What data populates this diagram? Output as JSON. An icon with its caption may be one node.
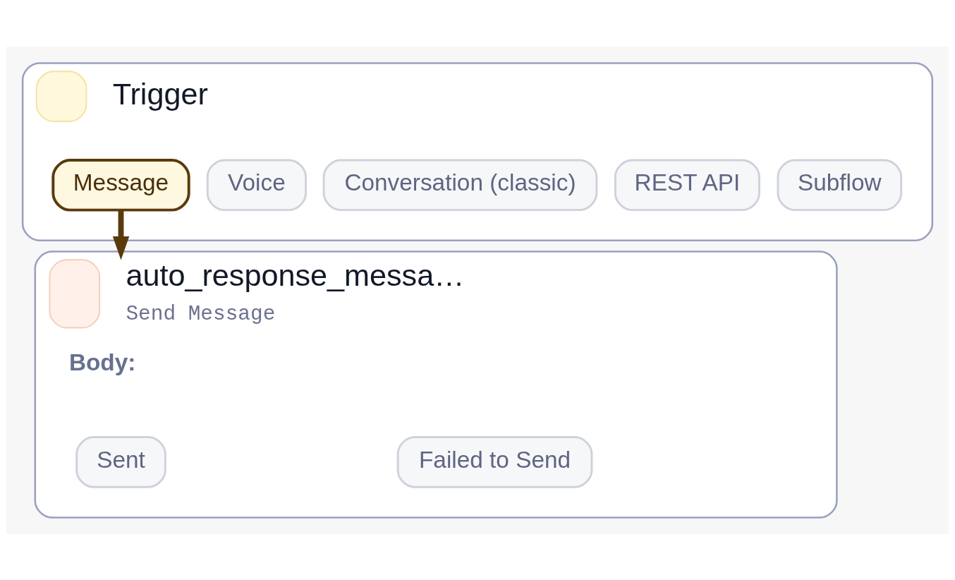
{
  "diagram": {
    "nodes": [
      {
        "text": [
          "Trigger"
        ]
      },
      {
        "text": [
          "Message"
        ],
        "in": 0
      },
      {
        "text": [
          "Voice"
        ],
        "in": 0
      },
      {
        "text": [
          "Conversation (classic)"
        ],
        "in": 0
      },
      {
        "text": [
          "REST API"
        ],
        "in": 0
      },
      {
        "text": [
          "Subflow"
        ],
        "in": 0
      },
      {
        "text": [
          "auto_response_messa…",
          "Send Message",
          "Body:"
        ]
      },
      {
        "text": [
          "Sent"
        ],
        "in": 6
      },
      {
        "text": [
          "Failed to Send"
        ],
        "in": 6
      }
    ],
    "edges": [
      {
        "from": 1,
        "to": 6,
        "arrow": "to",
        "color": "#5a3a0c"
      }
    ]
  }
}
